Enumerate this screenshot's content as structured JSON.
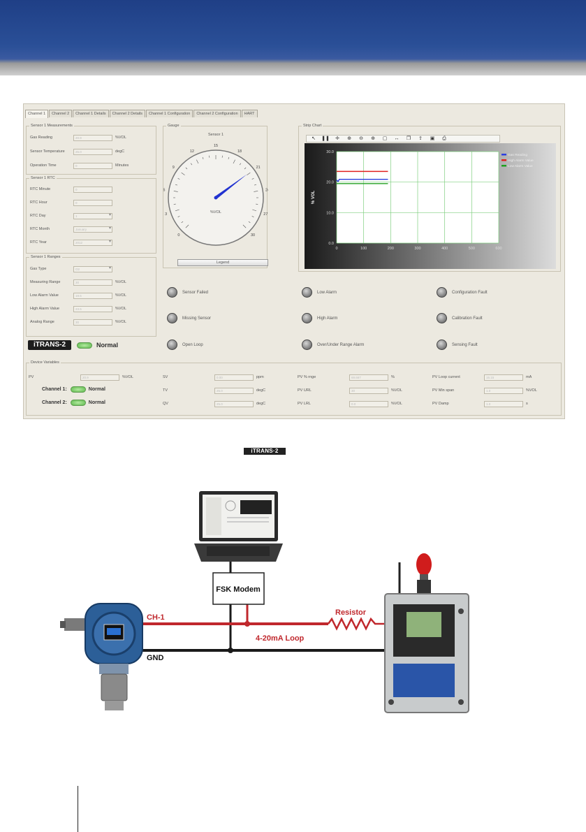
{
  "tabs": [
    "Channel 1",
    "Channel 2",
    "Channel 1 Details",
    "Channel 2 Details",
    "Channel 1 Configuration",
    "Channel 2 Configuration",
    "HART"
  ],
  "measurements": {
    "title": "Sensor 1 Measurements",
    "rows": [
      {
        "label": "Gas Reading",
        "value": "20.9",
        "unit": "%VOL"
      },
      {
        "label": "Sensor Temperature",
        "value": "25.0",
        "unit": "degC"
      },
      {
        "label": "Operation Time",
        "value": "0",
        "unit": "Minutes"
      }
    ]
  },
  "rtc": {
    "title": "Sensor 1 RTC",
    "rows": [
      {
        "label": "RTC Minute",
        "value": "0",
        "dropdown": false
      },
      {
        "label": "RTC Hour",
        "value": "0",
        "dropdown": false
      },
      {
        "label": "RTC Day",
        "value": "1",
        "dropdown": true
      },
      {
        "label": "RTC Month",
        "value": "January",
        "dropdown": true
      },
      {
        "label": "RTC Year",
        "value": "2012",
        "dropdown": true
      }
    ]
  },
  "ranges": {
    "title": "Sensor 1 Ranges",
    "rows": [
      {
        "label": "Gas Type",
        "value": "O2",
        "unit": "",
        "dropdown": true
      },
      {
        "label": "Measuring Range",
        "value": "30",
        "unit": "%VOL",
        "dropdown": false
      },
      {
        "label": "Low Alarm Value",
        "value": "19.5",
        "unit": "%VOL",
        "dropdown": false
      },
      {
        "label": "High Alarm Value",
        "value": "23.5",
        "unit": "%VOL",
        "dropdown": false
      },
      {
        "label": "Analog Range",
        "value": "30",
        "unit": "%VOL",
        "dropdown": false
      }
    ]
  },
  "brand": {
    "logo": "iTRANS-2",
    "status": "Normal"
  },
  "gauge": {
    "group_title": "Gauge",
    "title": "Sensor 1",
    "unit": "%VOL",
    "min": 0,
    "max": 30,
    "value": 20.9,
    "ticks": [
      "0",
      "3",
      "6",
      "9",
      "12",
      "15",
      "18",
      "21",
      "24",
      "27",
      "30"
    ],
    "legend_label": "Legend"
  },
  "strip_chart": {
    "group_title": "Strip Chart",
    "toolbar_icons": [
      "pointer-icon",
      "pause-icon",
      "pan-icon",
      "zoom-axis-icon",
      "zoom-out-icon",
      "zoom-in-icon",
      "zoom-box-icon",
      "axis-scale-icon",
      "copy-icon",
      "export-icon",
      "save-icon",
      "print-icon"
    ]
  },
  "chart_data": {
    "type": "line",
    "title": "",
    "xlabel": "",
    "ylabel": "% VOL",
    "xlim": [
      0,
      600
    ],
    "ylim": [
      0,
      30
    ],
    "x_ticks": [
      "0",
      "100",
      "200",
      "300",
      "400",
      "500",
      "600"
    ],
    "y_ticks": [
      "0.0",
      "10.0",
      "20.0",
      "30.0"
    ],
    "grid": true,
    "legend_position": "top-right",
    "series": [
      {
        "name": "Gas Reading",
        "color": "#2c3fe0",
        "x": [
          0,
          5,
          10,
          190
        ],
        "y": [
          20.7,
          20.2,
          20.9,
          20.9
        ]
      },
      {
        "name": "High Alarm Value",
        "color": "#e02020",
        "x": [
          0,
          190
        ],
        "y": [
          23.5,
          23.5
        ]
      },
      {
        "name": "Low Alarm Value",
        "color": "#20a020",
        "x": [
          0,
          190
        ],
        "y": [
          19.5,
          19.5
        ]
      }
    ]
  },
  "indicators": [
    {
      "label": "Sensor Failed",
      "icon": "sensor-failed-icon"
    },
    {
      "label": "Low Alarm",
      "icon": "low-alarm-icon"
    },
    {
      "label": "Configuration Fault",
      "icon": "configuration-fault-icon"
    },
    {
      "label": "Missing Sensor",
      "icon": "missing-sensor-icon"
    },
    {
      "label": "High Alarm",
      "icon": "high-alarm-icon"
    },
    {
      "label": "Calibration Fault",
      "icon": "calibration-fault-icon"
    },
    {
      "label": "Open Loop",
      "icon": "open-loop-icon"
    },
    {
      "label": "Over/Under Range Alarm",
      "icon": "over-under-range-icon"
    },
    {
      "label": "Sensing Fault",
      "icon": "sensing-fault-icon"
    }
  ],
  "device_vars": {
    "title": "Device Variables",
    "columns": [
      [
        {
          "label": "PV",
          "value": "20.9",
          "unit": "%VOL"
        }
      ],
      [
        {
          "label": "SV",
          "value": "0.00",
          "unit": "ppm"
        },
        {
          "label": "TV",
          "value": "25.0",
          "unit": "degC"
        },
        {
          "label": "QV",
          "value": "25.0",
          "unit": "degC"
        }
      ],
      [
        {
          "label": "PV % rnge",
          "value": "69.667",
          "unit": "%"
        },
        {
          "label": "PV URL",
          "value": "30",
          "unit": "%VOL"
        },
        {
          "label": "PV LRL",
          "value": "0.0",
          "unit": "%VOL"
        }
      ],
      [
        {
          "label": "PV Loop current",
          "value": "15.15",
          "unit": "mA"
        },
        {
          "label": "PV Min span",
          "value": "1.0",
          "unit": "%VOL"
        },
        {
          "label": "PV Damp",
          "value": "1.0",
          "unit": "s"
        }
      ]
    ],
    "channels": [
      {
        "label": "Channel 1:",
        "status": "Normal"
      },
      {
        "label": "Channel 2:",
        "status": "Normal"
      }
    ]
  },
  "caption": {
    "logo": "iTRANS·2"
  },
  "diagram": {
    "modem": "FSK Modem",
    "ch1": "CH-1",
    "gnd": "GND",
    "loop": "4-20mA Loop",
    "resistor": "Resistor"
  }
}
